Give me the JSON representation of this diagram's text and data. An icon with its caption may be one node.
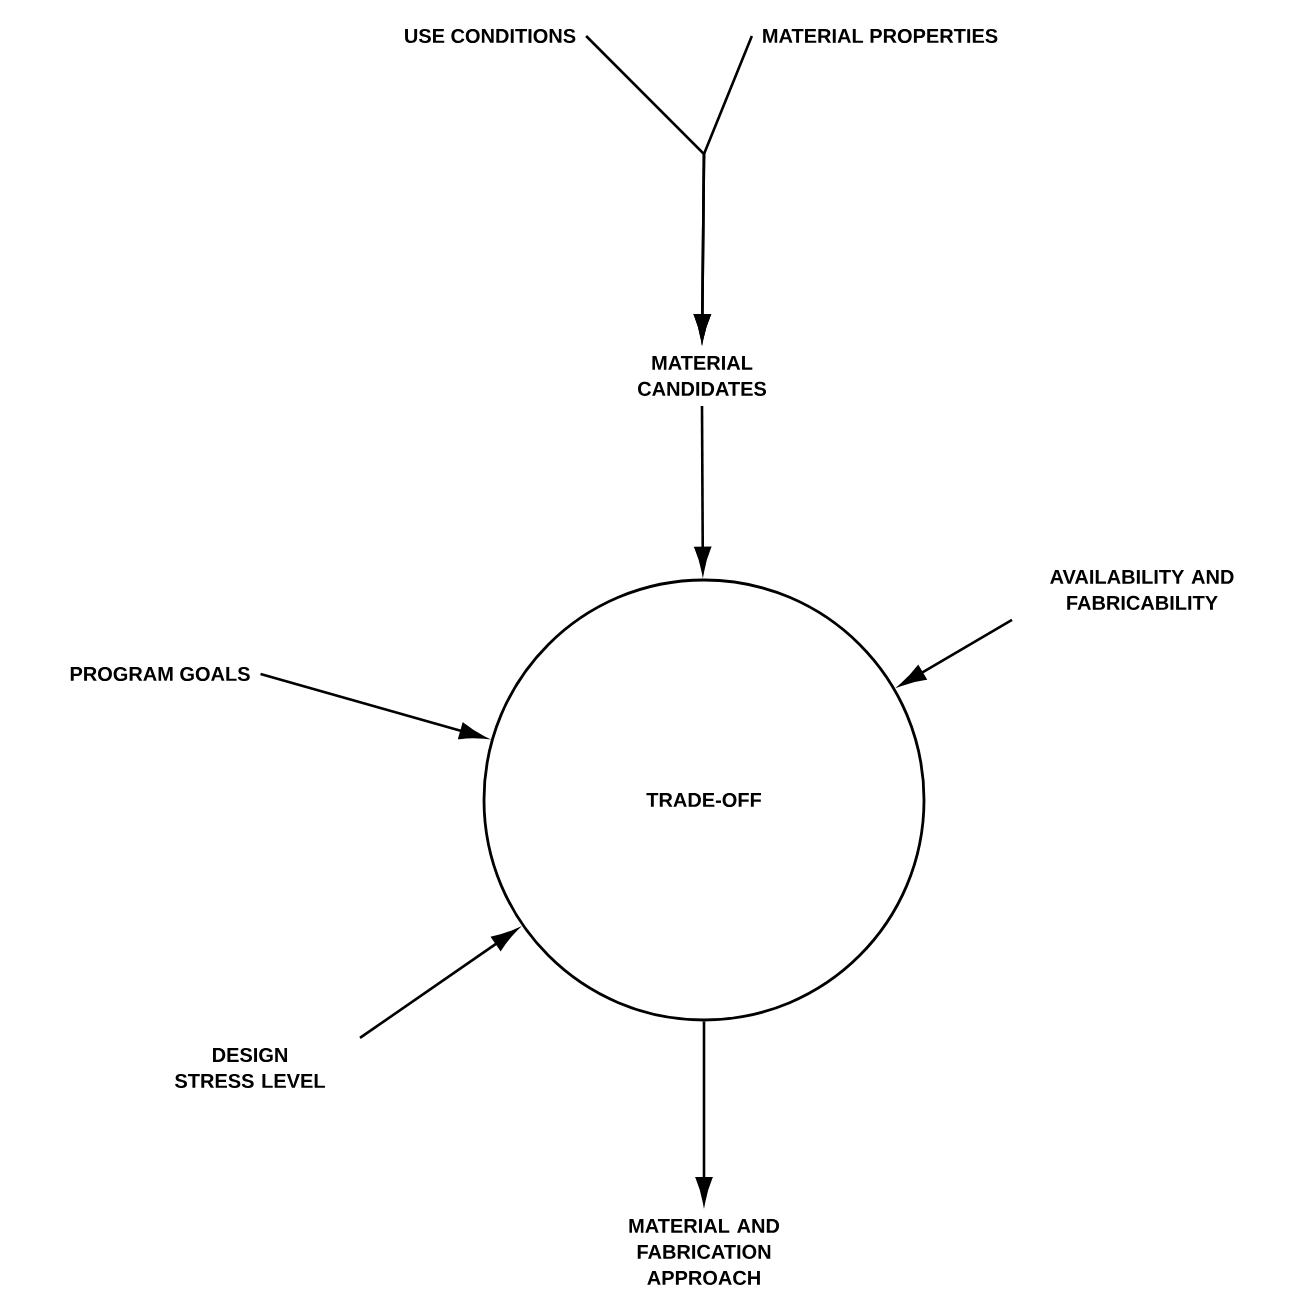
{
  "diagram": {
    "nodes": [
      {
        "text": [
          "USE CONDITIONS"
        ]
      },
      {
        "text": [
          "MATERIAL PROPERTIES"
        ]
      },
      {
        "text": [
          "MATERIAL CANDIDATES"
        ]
      },
      {
        "text": [
          "AVAILABILITY AND FABRICABILITY"
        ]
      },
      {
        "text": [
          "PROGRAM GOALS"
        ]
      },
      {
        "text": [
          "TRADE-OFF"
        ]
      },
      {
        "text": [
          "DESIGN STRESS LEVEL"
        ]
      },
      {
        "text": [
          "MATERIAL AND FABRICATION APPROACH"
        ]
      }
    ],
    "edges": [
      {
        "from": 0,
        "to": 2,
        "arrow": "to"
      },
      {
        "from": 1,
        "to": 2,
        "arrow": "to"
      },
      {
        "from": 2,
        "to": 5,
        "arrow": "to"
      },
      {
        "from": 3,
        "to": 5,
        "arrow": "to"
      },
      {
        "from": 4,
        "to": 5,
        "arrow": "to"
      },
      {
        "from": 6,
        "to": 5,
        "arrow": "to"
      },
      {
        "from": 5,
        "to": 7,
        "arrow": "to"
      }
    ]
  }
}
